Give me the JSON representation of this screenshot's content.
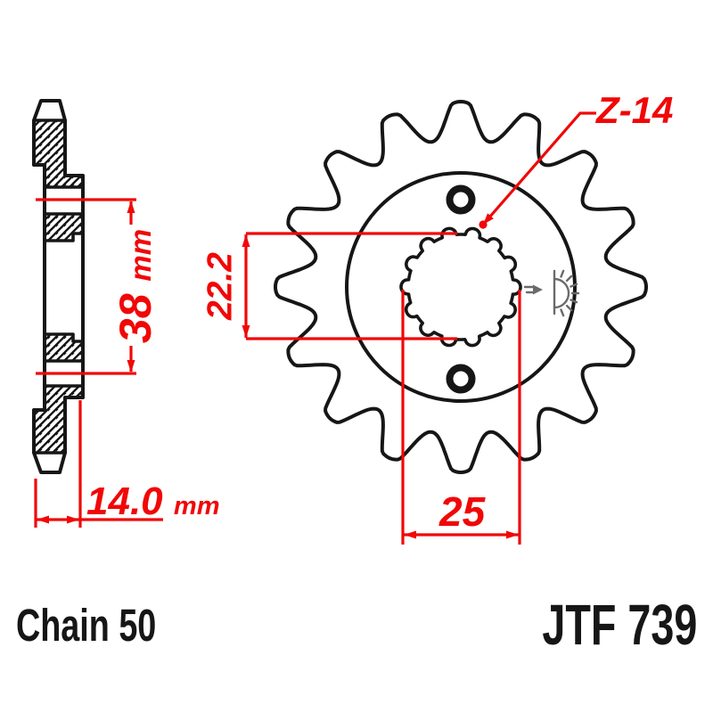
{
  "labels": {
    "part_number": "JTF 739",
    "chain": "Chain 50",
    "tooth_count": "Z-14"
  },
  "dims": {
    "d38": {
      "value": "38",
      "unit": "mm"
    },
    "d14": {
      "value": "14.0",
      "unit": "mm"
    },
    "d22": {
      "value": "22.2"
    },
    "d25": {
      "value": "25"
    }
  },
  "colors": {
    "dimension_red": "#f10707",
    "drawing_black": "#161616",
    "logo_gray": "#6b6b6b",
    "background": "#ffffff"
  },
  "icons": {
    "logo": "jt-sunburst-logo"
  }
}
